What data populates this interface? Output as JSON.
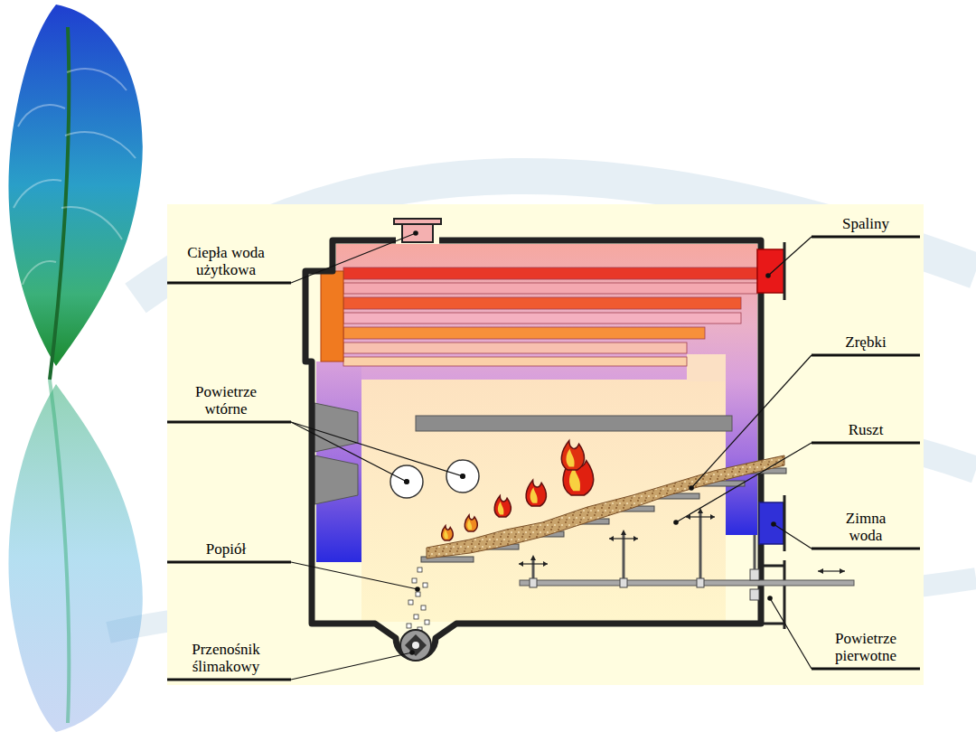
{
  "diagram": {
    "labels": [
      "Ciepła woda użytkowa",
      "Spaliny",
      "Zrębki",
      "Powietrze wtórne",
      "Ruszt",
      "Zimna woda",
      "Popiół",
      "Powietrze pierwotne",
      "Przenośnik ślimakowy"
    ]
  }
}
